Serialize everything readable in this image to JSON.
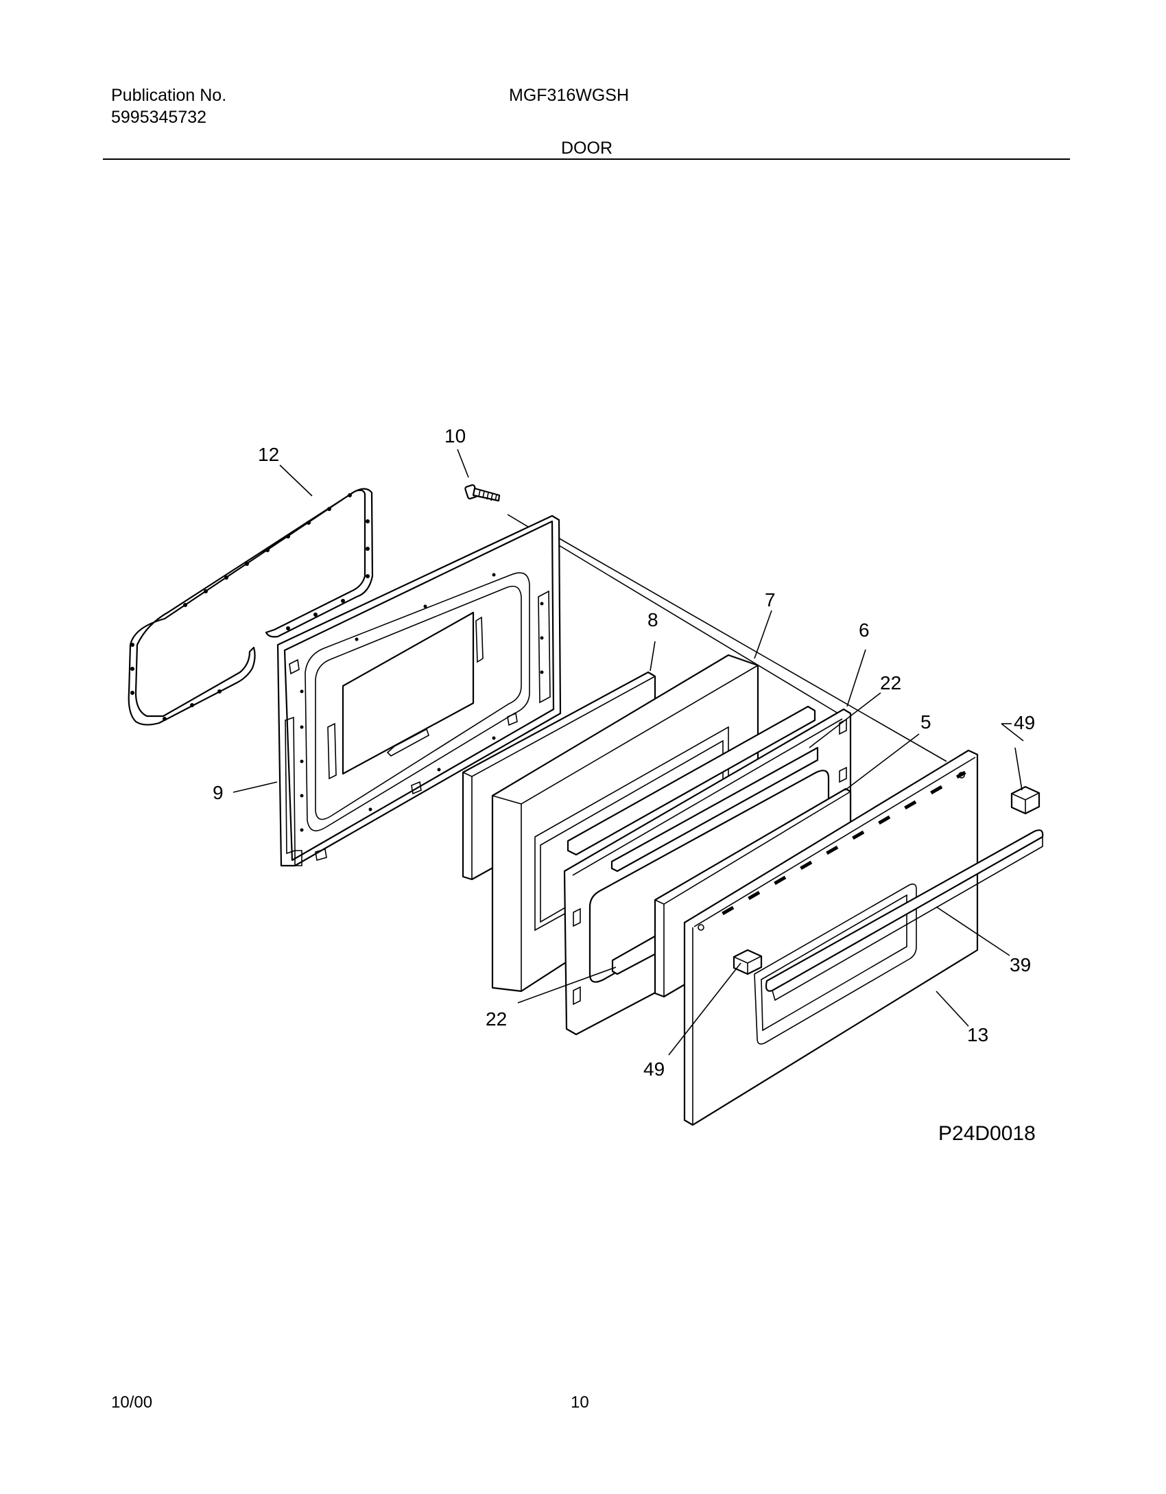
{
  "header": {
    "publication_label": "Publication No.",
    "publication_number": "5995345732",
    "model": "MGF316WGSH",
    "section": "DOOR"
  },
  "callouts": {
    "c12": "12",
    "c10": "10",
    "c7": "7",
    "c8": "8",
    "c6": "6",
    "c22_top": "22",
    "c5": "5",
    "c49_right": "49",
    "c9": "9",
    "c39": "39",
    "c22_bottom": "22",
    "c13": "13",
    "c49_bottom": "49"
  },
  "figure_code": "P24D0018",
  "footer": {
    "date": "10/00",
    "page": "10"
  }
}
